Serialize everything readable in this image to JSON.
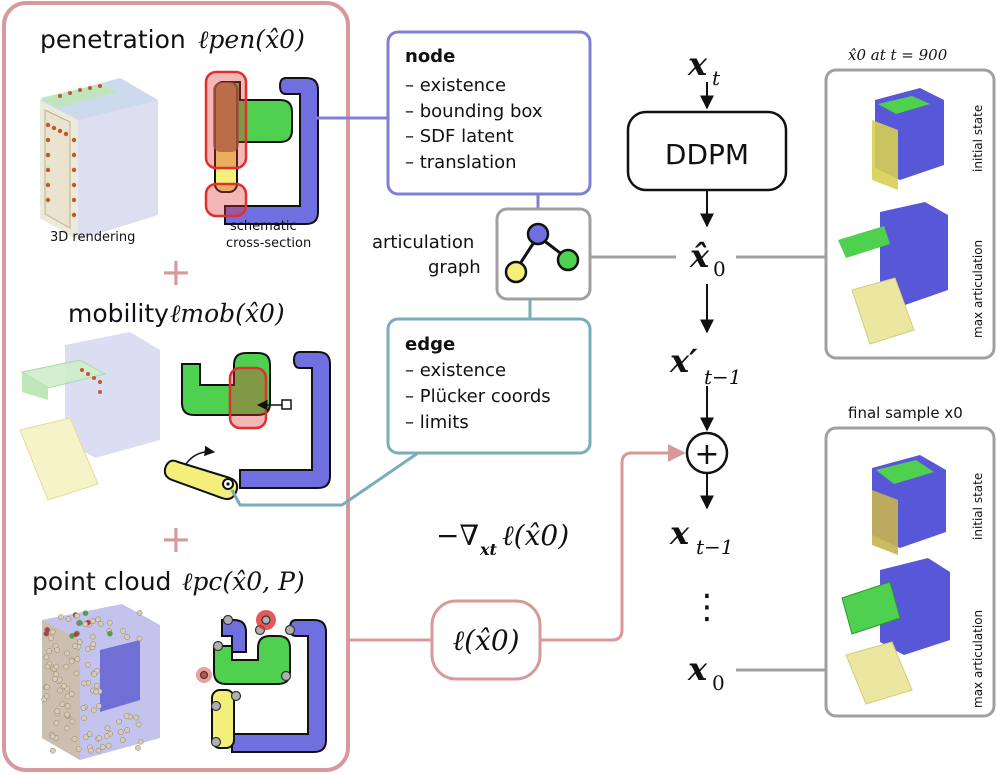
{
  "losses": {
    "penetration": {
      "label": "penetration",
      "symbol": "ℓpen(x̂0)"
    },
    "mobility": {
      "label": "mobility",
      "symbol": "ℓmob(x̂0)"
    },
    "point_cloud": {
      "label": "point cloud",
      "symbol": "ℓpc(x̂0, P)"
    },
    "caption_3d": "3D rendering",
    "caption_schematic_1": "schematic",
    "caption_schematic_2": "cross-section",
    "plus": "+"
  },
  "node_box": {
    "title": "node",
    "items": [
      "– existence",
      "– bounding box",
      "– SDF latent",
      "– translation"
    ]
  },
  "edge_box": {
    "title": "edge",
    "items": [
      "– existence",
      "– Plücker coords",
      "– limits"
    ]
  },
  "graph": {
    "label_1": "articulation",
    "label_2": "graph"
  },
  "pipeline": {
    "x_t": "x",
    "x_t_sub": "t",
    "ddpm": "DDPM",
    "x0_hat": "x̂",
    "x0_hat_sub": "0",
    "x_prime": "x′",
    "x_prime_sub": "t−1",
    "plus": "+",
    "x_tm1": "x",
    "x_tm1_sub": "t−1",
    "dots": "⋮",
    "x0": "x",
    "x0_sub": "0"
  },
  "gradient": {
    "text": "−∇",
    "sub": "xt",
    "rest": "ℓ(x̂0)"
  },
  "loss_pill": {
    "text": "ℓ(x̂0)"
  },
  "right_panels": {
    "top_title": "x̂0 at t = 900",
    "bottom_title": "final sample x0",
    "state_initial": "initial state",
    "state_max": "max articulation"
  },
  "colors": {
    "pink": "#d8999b",
    "node_purple": "#7f7fd5",
    "edge_teal": "#77aeb8",
    "part_blue": "#6f6fe0",
    "part_green": "#4fd04f",
    "part_yellow": "#f2f07a",
    "red": "#e03030",
    "grey": "#a0a0a0"
  }
}
